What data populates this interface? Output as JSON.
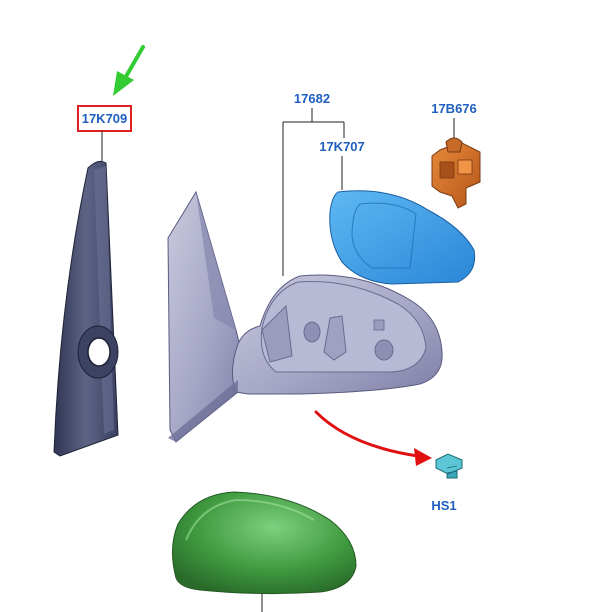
{
  "diagram": {
    "parts": [
      {
        "id": "17K709",
        "label": "17K709",
        "highlighted": true
      },
      {
        "id": "17682",
        "label": "17682"
      },
      {
        "id": "17K707",
        "label": "17K707"
      },
      {
        "id": "17B676",
        "label": "17B676"
      },
      {
        "id": "HS1",
        "label": "HS1"
      }
    ]
  },
  "colors": {
    "callout_text": "#1f5fbf",
    "highlight_box": "#e02020",
    "green_arrow": "#33cc33",
    "red_arrow": "#e01010",
    "mirror_glass": "#3a9ee8",
    "mirror_cover": "#3f8f3f",
    "mirror_body": "#a9aac8",
    "trim_panel": "#4a5070",
    "motor": "#d06a20",
    "screw": "#3aa8b8"
  },
  "icons": [
    "green-arrow-icon",
    "red-arrow-icon"
  ]
}
